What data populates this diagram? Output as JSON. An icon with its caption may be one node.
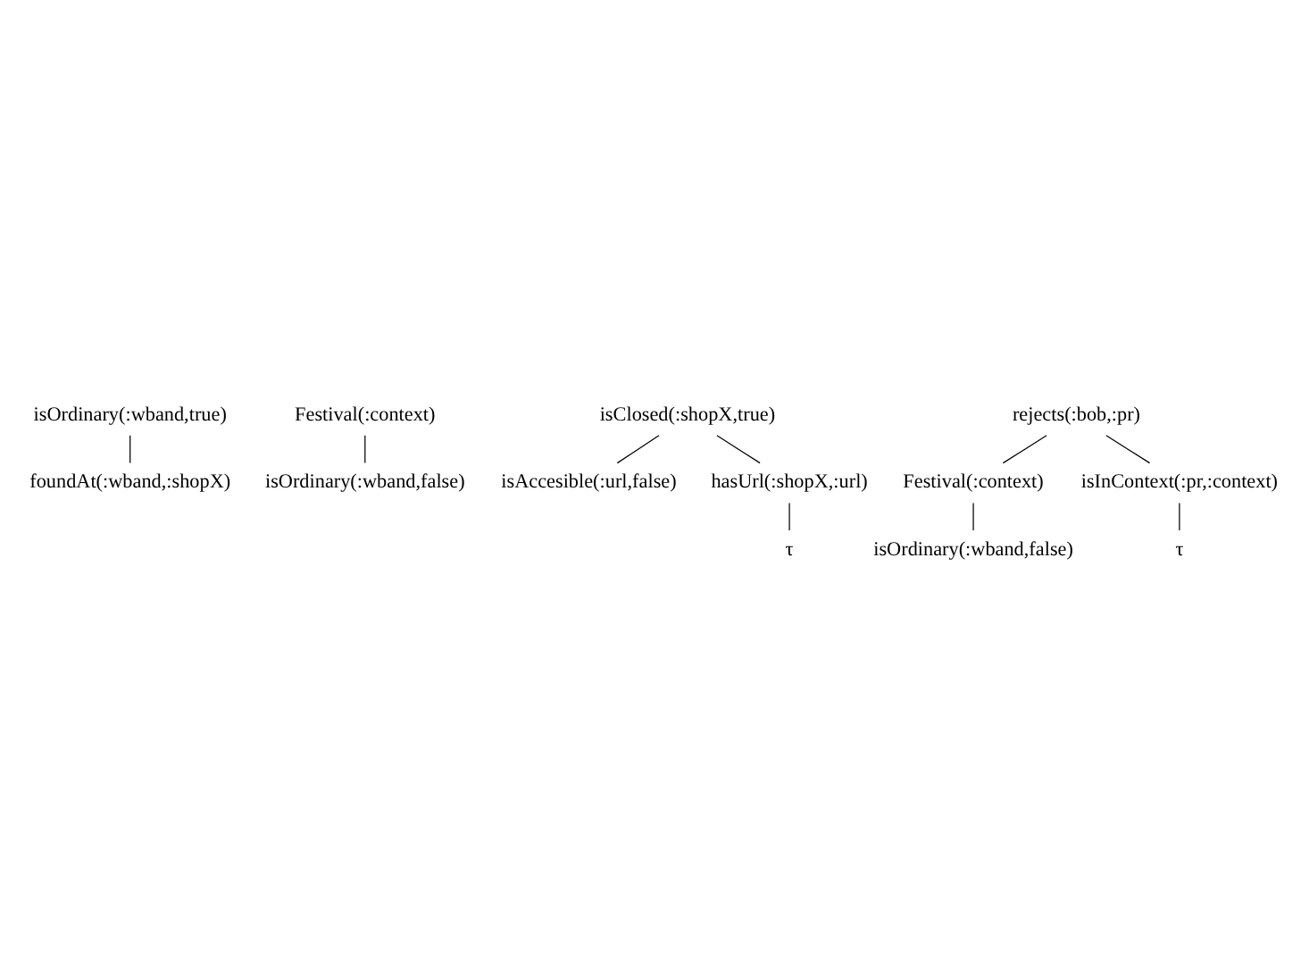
{
  "diagram": {
    "nodes": [
      {
        "text": [
          "isOrdinary(:wband,true)"
        ]
      },
      {
        "text": [
          "foundAt(:wband,:shopX)"
        ]
      },
      {
        "text": [
          "Festival(:context)"
        ]
      },
      {
        "text": [
          "isOrdinary(:wband,false)"
        ]
      },
      {
        "text": [
          "isClosed(:shopX,true)"
        ]
      },
      {
        "text": [
          "isAccesible(:url,false)"
        ]
      },
      {
        "text": [
          "hasUrl(:shopX,:url)"
        ]
      },
      {
        "text": [
          "τ"
        ]
      },
      {
        "text": [
          "rejects(:bob,:pr)"
        ]
      },
      {
        "text": [
          "Festival(:context)"
        ]
      },
      {
        "text": [
          "isInContext(:pr,:context)"
        ]
      },
      {
        "text": [
          "isOrdinary(:wband,false)"
        ]
      },
      {
        "text": [
          "τ"
        ]
      }
    ],
    "edges": [
      {
        "from": 0,
        "to": 1,
        "arrow": "none"
      },
      {
        "from": 2,
        "to": 3,
        "arrow": "none"
      },
      {
        "from": 4,
        "to": 5,
        "arrow": "none"
      },
      {
        "from": 4,
        "to": 6,
        "arrow": "none"
      },
      {
        "from": 6,
        "to": 7,
        "arrow": "none"
      },
      {
        "from": 8,
        "to": 9,
        "arrow": "none"
      },
      {
        "from": 8,
        "to": 10,
        "arrow": "none"
      },
      {
        "from": 9,
        "to": 11,
        "arrow": "none"
      },
      {
        "from": 10,
        "to": 12,
        "arrow": "none"
      }
    ]
  }
}
